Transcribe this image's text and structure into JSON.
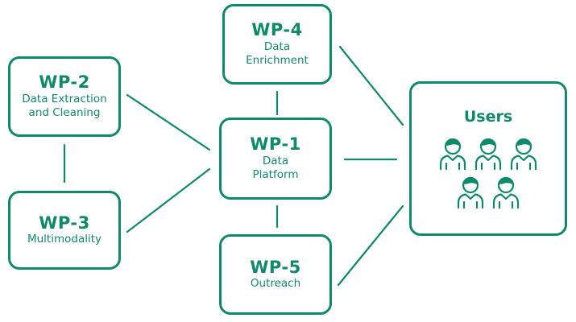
{
  "colors": {
    "accent": "#0e8a6a",
    "background": "#ffffff"
  },
  "work_packages": [
    {
      "id": "wp1",
      "code": "WP-1",
      "name": "Data\nPlatform"
    },
    {
      "id": "wp2",
      "code": "WP-2",
      "name": "Data Extraction\nand Cleaning"
    },
    {
      "id": "wp3",
      "code": "WP-3",
      "name": "Multimodality"
    },
    {
      "id": "wp4",
      "code": "WP-4",
      "name": "Data\nEnrichment"
    },
    {
      "id": "wp5",
      "code": "WP-5",
      "name": "Outreach"
    }
  ],
  "users": {
    "title": "Users",
    "icon": "person-icon",
    "count": 5
  },
  "connections": [
    [
      "wp2",
      "wp1"
    ],
    [
      "wp3",
      "wp1"
    ],
    [
      "wp2",
      "wp3"
    ],
    [
      "wp4",
      "wp1"
    ],
    [
      "wp5",
      "wp1"
    ],
    [
      "wp1",
      "users"
    ],
    [
      "wp4",
      "users"
    ],
    [
      "wp5",
      "users"
    ]
  ]
}
